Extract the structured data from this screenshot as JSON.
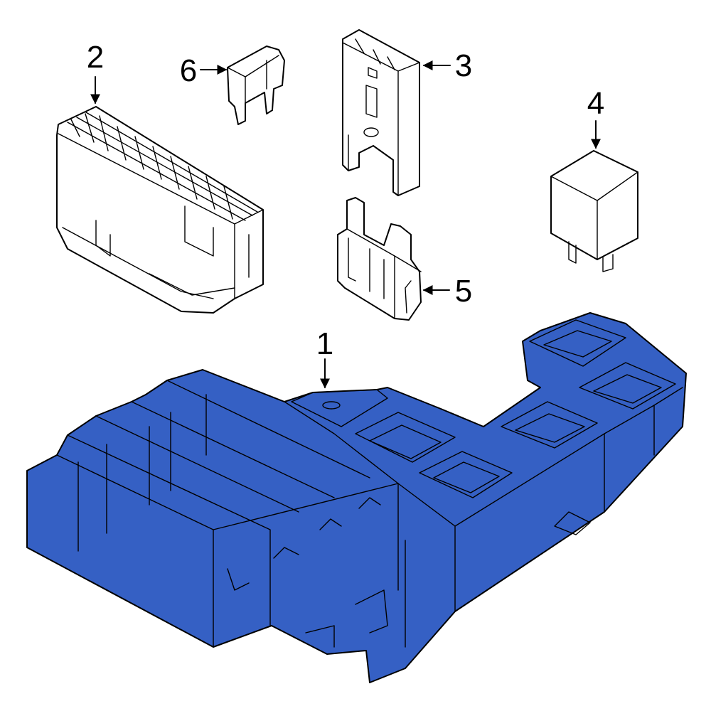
{
  "colors": {
    "highlight": "#3560c4",
    "line": "#000000",
    "background": "#ffffff"
  },
  "callouts": [
    {
      "id": "1",
      "text": "1"
    },
    {
      "id": "2",
      "text": "2"
    },
    {
      "id": "3",
      "text": "3"
    },
    {
      "id": "4",
      "text": "4"
    },
    {
      "id": "5",
      "text": "5"
    },
    {
      "id": "6",
      "text": "6"
    }
  ]
}
